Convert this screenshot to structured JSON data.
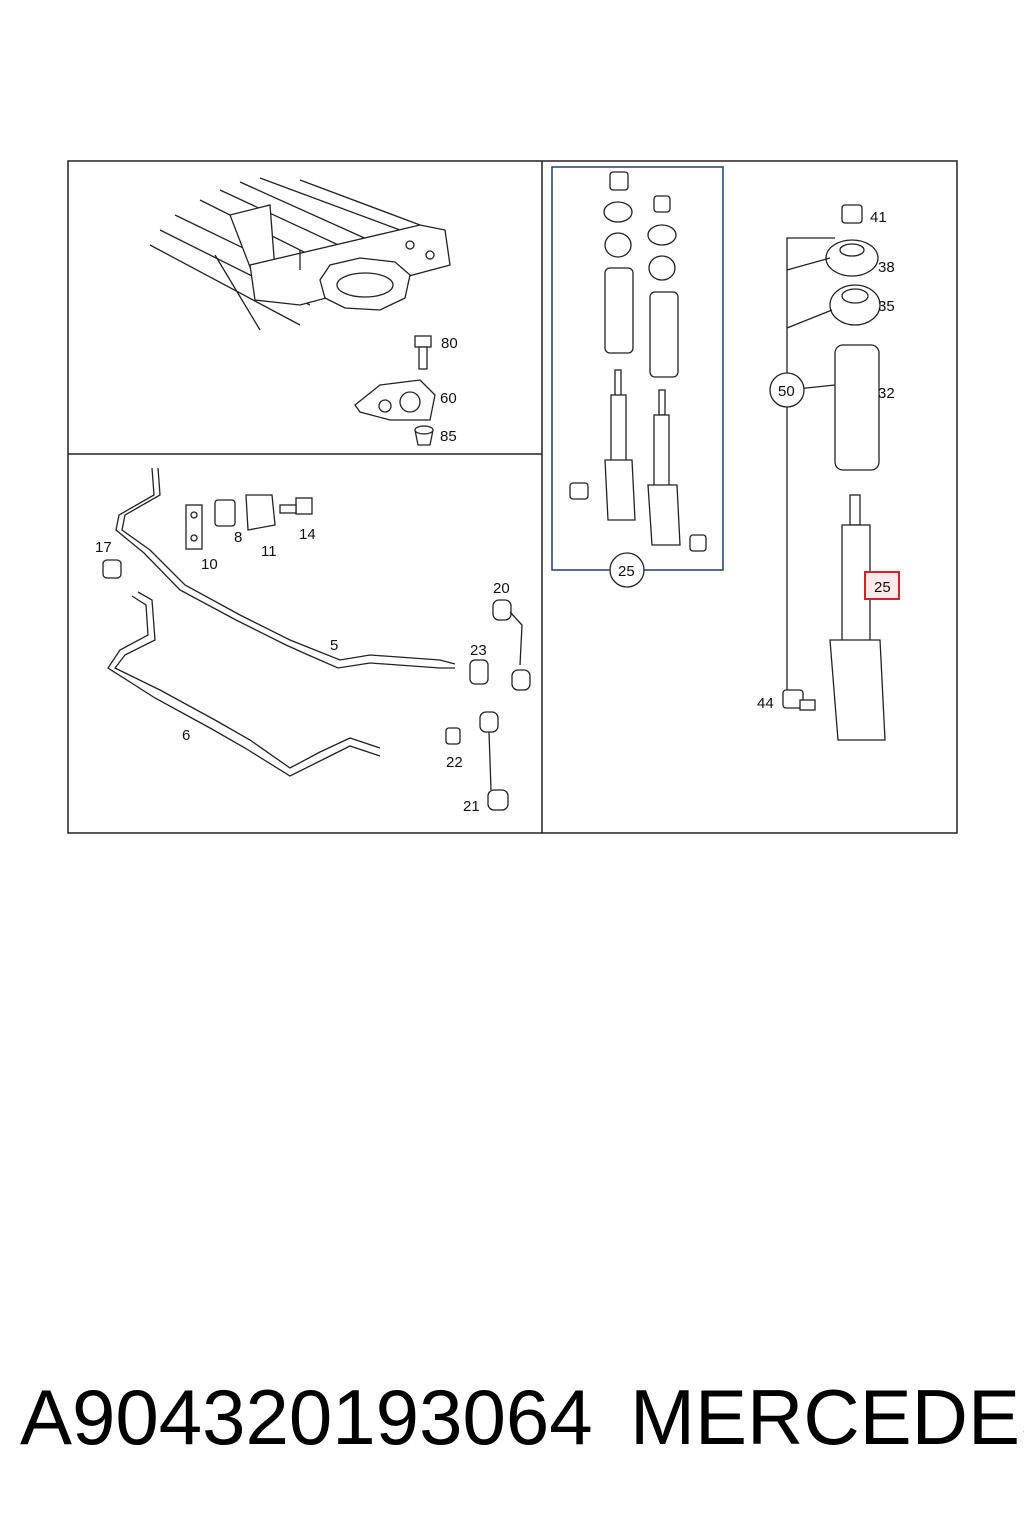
{
  "diagram": {
    "callouts": {
      "c80": "80",
      "c60": "60",
      "c85": "85",
      "c17": "17",
      "c10": "10",
      "c8": "8",
      "c11": "11",
      "c14": "14",
      "c5": "5",
      "c6": "6",
      "c20": "20",
      "c23": "23",
      "c22": "22",
      "c21": "21",
      "c25_kit": "25",
      "c41": "41",
      "c38": "38",
      "c35": "35",
      "c50": "50",
      "c32": "32",
      "c25_highlight": "25",
      "c44": "44"
    },
    "highlight_color": "#d2232a"
  },
  "caption": {
    "part_number": "A904320193064",
    "brand": "MERCEDES"
  }
}
